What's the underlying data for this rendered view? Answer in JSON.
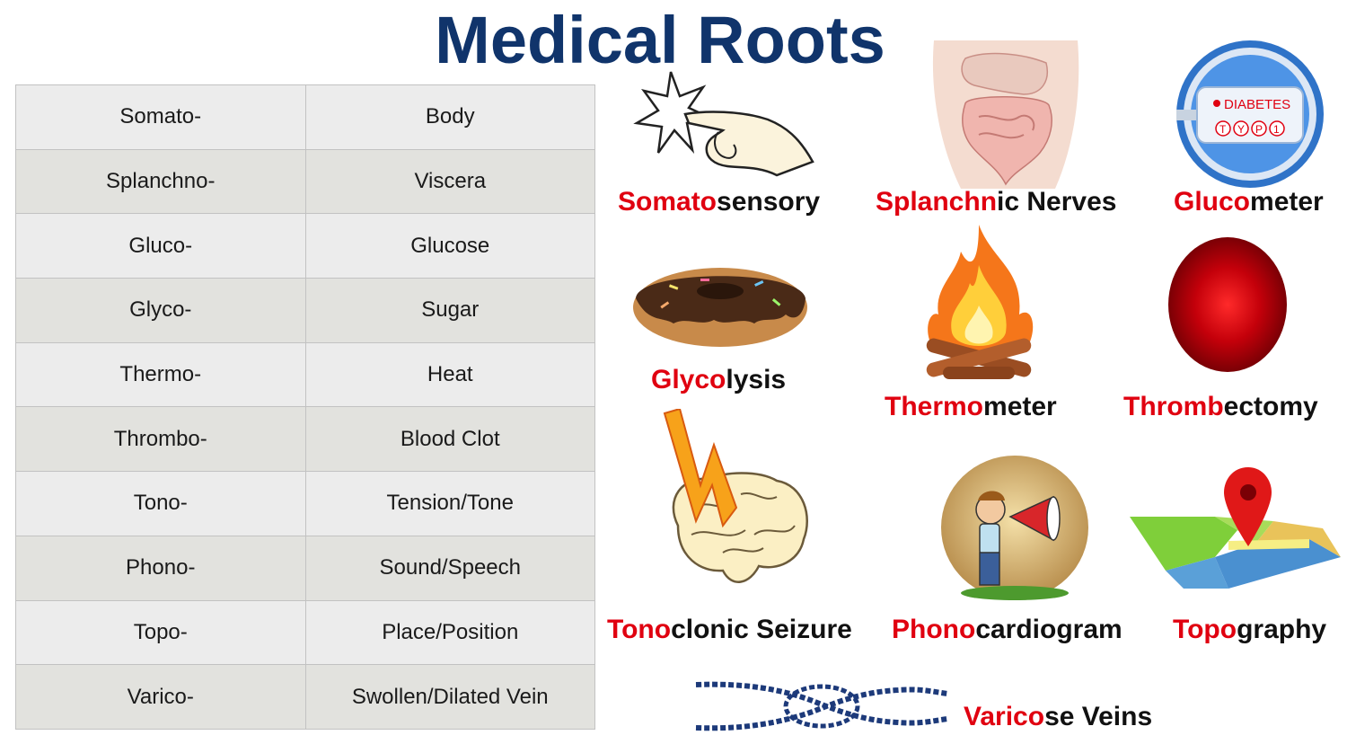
{
  "title": "Medical Roots",
  "table": {
    "rows": [
      {
        "root": "Somato-",
        "meaning": "Body"
      },
      {
        "root": "Splanchno-",
        "meaning": "Viscera"
      },
      {
        "root": "Gluco-",
        "meaning": "Glucose"
      },
      {
        "root": "Glyco-",
        "meaning": "Sugar"
      },
      {
        "root": "Thermo-",
        "meaning": "Heat"
      },
      {
        "root": "Thrombo-",
        "meaning": "Blood Clot"
      },
      {
        "root": "Tono-",
        "meaning": "Tension/Tone"
      },
      {
        "root": "Phono-",
        "meaning": "Sound/Speech"
      },
      {
        "root": "Topo-",
        "meaning": "Place/Position"
      },
      {
        "root": "Varico-",
        "meaning": "Swollen/Dilated Vein"
      }
    ]
  },
  "examples": {
    "somatosensory": {
      "root": "Somato",
      "rest": "sensory"
    },
    "splanchnic": {
      "root": "Splanchn",
      "rest": "ic Nerves"
    },
    "glucometer": {
      "root": "Gluco",
      "rest": "meter"
    },
    "glycolysis": {
      "root": "Glyco",
      "rest": "lysis"
    },
    "thermometer": {
      "root": "Thermo",
      "rest": "meter"
    },
    "thrombectomy": {
      "root": "Thromb",
      "rest": "ectomy"
    },
    "tonoclonic": {
      "root": "Tono",
      "rest": "clonic Seizure"
    },
    "phonocardiogram": {
      "root": "Phono",
      "rest": "cardiogram"
    },
    "topography": {
      "root": "Topo",
      "rest": "graphy"
    },
    "varicose": {
      "root": "Varico",
      "rest": "se Veins"
    }
  },
  "glucometer_screen": {
    "label": "DIABETES",
    "letters": [
      "T",
      "Y",
      "P",
      "1"
    ]
  },
  "colors": {
    "title": "#10346b",
    "root_highlight": "#e00010",
    "row_light": "#ececec",
    "row_dark": "#e2e2de"
  },
  "icons": [
    "pointing-hand-icon",
    "abdomen-organs-icon",
    "glucometer-icon",
    "donut-icon",
    "campfire-icon",
    "blood-cell-icon",
    "brain-lightning-icon",
    "megaphone-man-icon",
    "map-pin-icon",
    "knotted-rope-icon"
  ]
}
